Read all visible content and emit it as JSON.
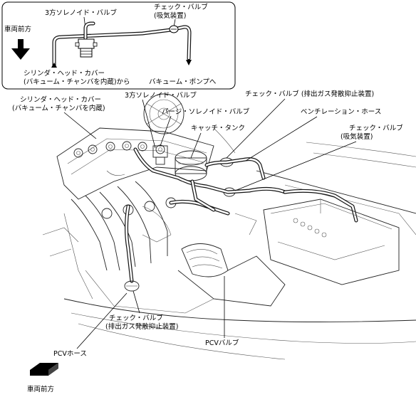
{
  "inset": {
    "front_label": "車両前方",
    "solenoid_label": "3方ソレノイド・バルブ",
    "check_valve_label_1": "チェック・バルブ",
    "check_valve_label_2": "(吸気装置)",
    "head_cover_label_1": "シリンダ・ヘッド・カバー",
    "head_cover_label_2": "(バキューム・チャンバを内蔵)から",
    "pump_label": "バキューム・ポンプへ"
  },
  "main": {
    "head_cover_label_1": "シリンダ・ヘッド・カバー",
    "head_cover_label_2": "(バキューム・チャンバを内蔵)",
    "solenoid_label": "3方ソレノイド・バルブ",
    "check_exhaust_label": "チェック・バルブ (排出ガス発散抑止装置)",
    "purge_label": "パージ・ソレノイド・バルブ",
    "ventilation_label": "ベンチレーション・ホース",
    "catch_tank_label": "キャッチ・タンク",
    "check_intake_label_1": "チェック・バルブ",
    "check_intake_label_2": "(吸気装置)",
    "check_lower_label_1": "チェック・バルブ",
    "check_lower_label_2": "(排出ガス発散抑止装置)",
    "pcv_hose_label": "PCVホース",
    "pcv_valve_label": "PCVバルブ",
    "front_label": "車両前方"
  }
}
